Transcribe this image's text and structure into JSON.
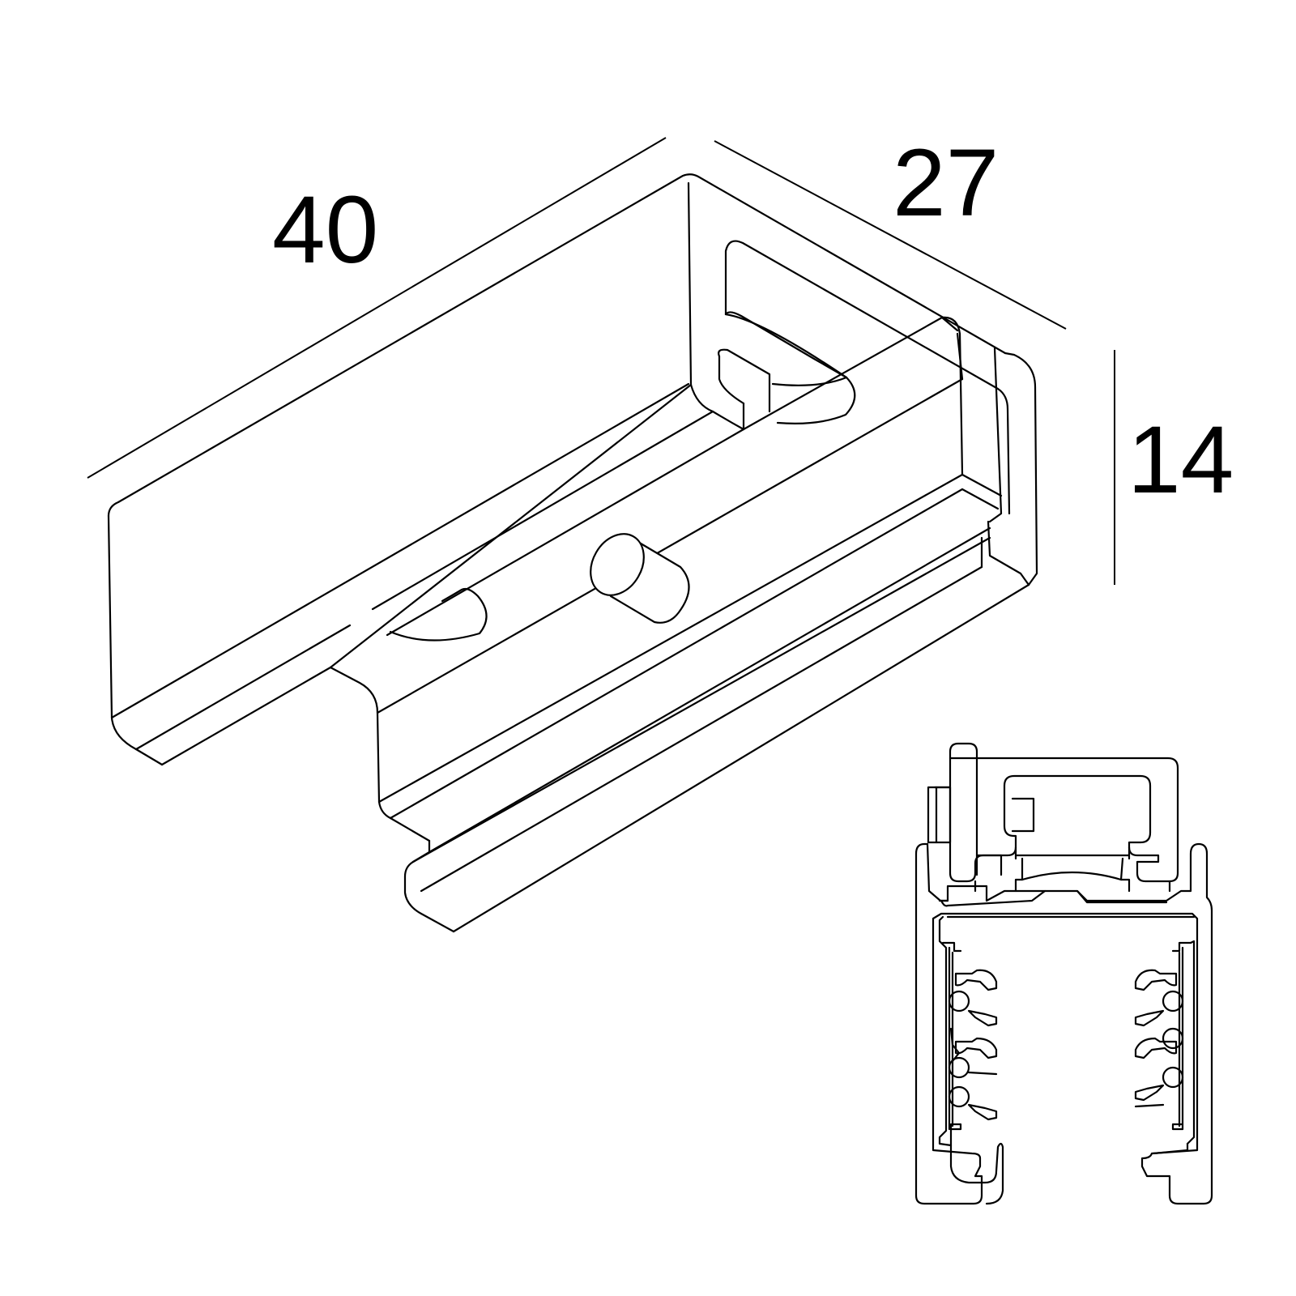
{
  "dimensions": {
    "length": "40",
    "depth": "27",
    "height": "14"
  },
  "colors": {
    "stroke": "#000000",
    "background": "#ffffff"
  }
}
